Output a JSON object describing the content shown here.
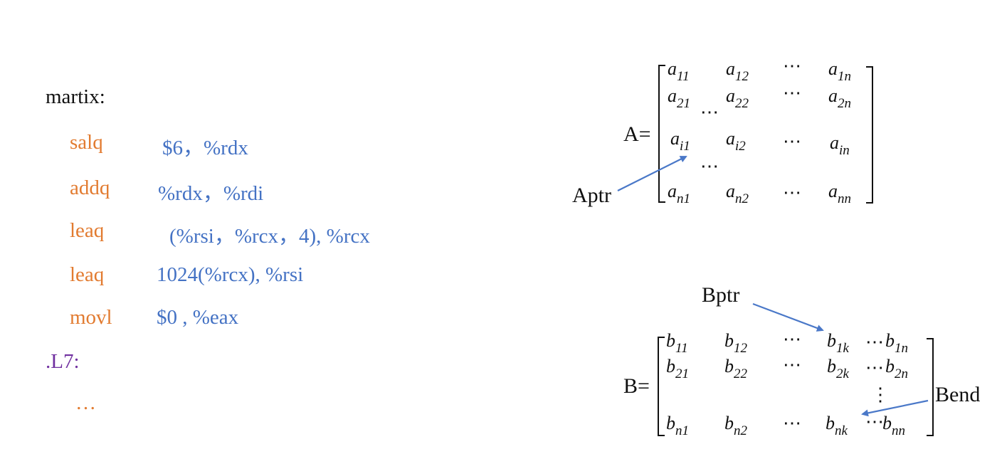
{
  "colors": {
    "label": "#111111",
    "mnemonic": "#E27B30",
    "operand": "#4472C4",
    "local_label": "#7030A0",
    "arrow": "#4A78C8"
  },
  "code": {
    "func_label": "martix:",
    "instructions": [
      {
        "mnemonic": "salq",
        "operands": "$6，%rdx"
      },
      {
        "mnemonic": "addq",
        "operands": "%rdx，%rdi"
      },
      {
        "mnemonic": "leaq",
        "operands": "(%rsi，%rcx，4), %rcx"
      },
      {
        "mnemonic": "leaq",
        "operands": "1024(%rcx), %rsi"
      },
      {
        "mnemonic": "movl",
        "operands": "$0 , %eax"
      }
    ],
    "loop_label": ".L7:",
    "ellipsis": "…"
  },
  "matrix_a": {
    "name": "A=",
    "pointer_label": "Aptr",
    "symbol": "a",
    "rows": [
      [
        "11",
        "12",
        "1n"
      ],
      [
        "21",
        "22",
        "2n"
      ],
      [
        "i1",
        "i2",
        "in"
      ],
      [
        "n1",
        "n2",
        "nn"
      ]
    ],
    "dots": "⋯"
  },
  "matrix_b": {
    "name": "B=",
    "start_label": "Bptr",
    "end_label": "Bend",
    "symbol": "b",
    "rows": [
      [
        "11",
        "12",
        "1k",
        "1n"
      ],
      [
        "21",
        "22",
        "2k",
        "2n"
      ],
      [
        "n1",
        "n2",
        "nk",
        "nn"
      ]
    ],
    "dots": "⋯",
    "vdots": "⋮"
  }
}
